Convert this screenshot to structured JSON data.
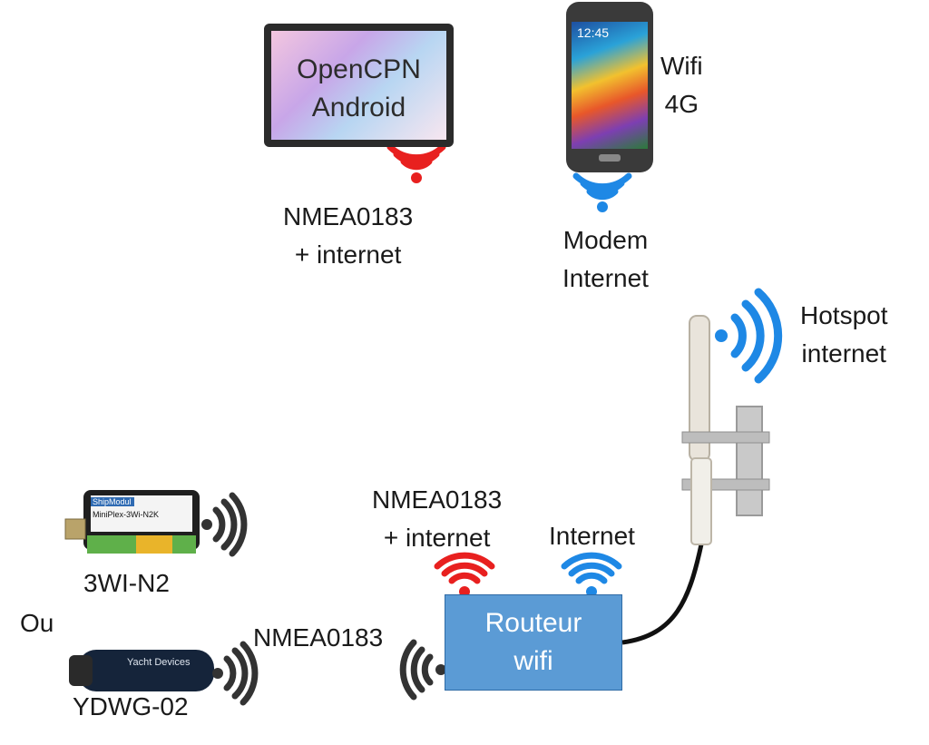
{
  "tablet": {
    "line1": "OpenCPN",
    "line2": "Android"
  },
  "phone": {
    "time": "12:45",
    "side_line1": "Wifi",
    "side_line2": "4G",
    "below_line1": "Modem",
    "below_line2": "Internet"
  },
  "tablet_caption": {
    "line1": "NMEA0183",
    "line2": "+ internet"
  },
  "hotspot": {
    "line1": "Hotspot",
    "line2": "internet"
  },
  "router": {
    "line1": "Routeur",
    "line2": "wifi"
  },
  "router_left_caption": {
    "line1": "NMEA0183",
    "line2": "+ internet"
  },
  "router_right_caption": {
    "line1": "Internet"
  },
  "wire_caption": "NMEA0183",
  "device1": {
    "label": "3WI-N2",
    "brand": "ShipModul",
    "model": "MiniPlex-3Wi-N2K"
  },
  "separator": "Ou",
  "device2": {
    "label": "YDWG-02",
    "brand": "Yacht Devices"
  },
  "colors": {
    "red_wifi": "#e8201f",
    "blue_wifi": "#1e88e5",
    "dark_wifi": "#333333",
    "router_fill": "#5b9bd5"
  }
}
